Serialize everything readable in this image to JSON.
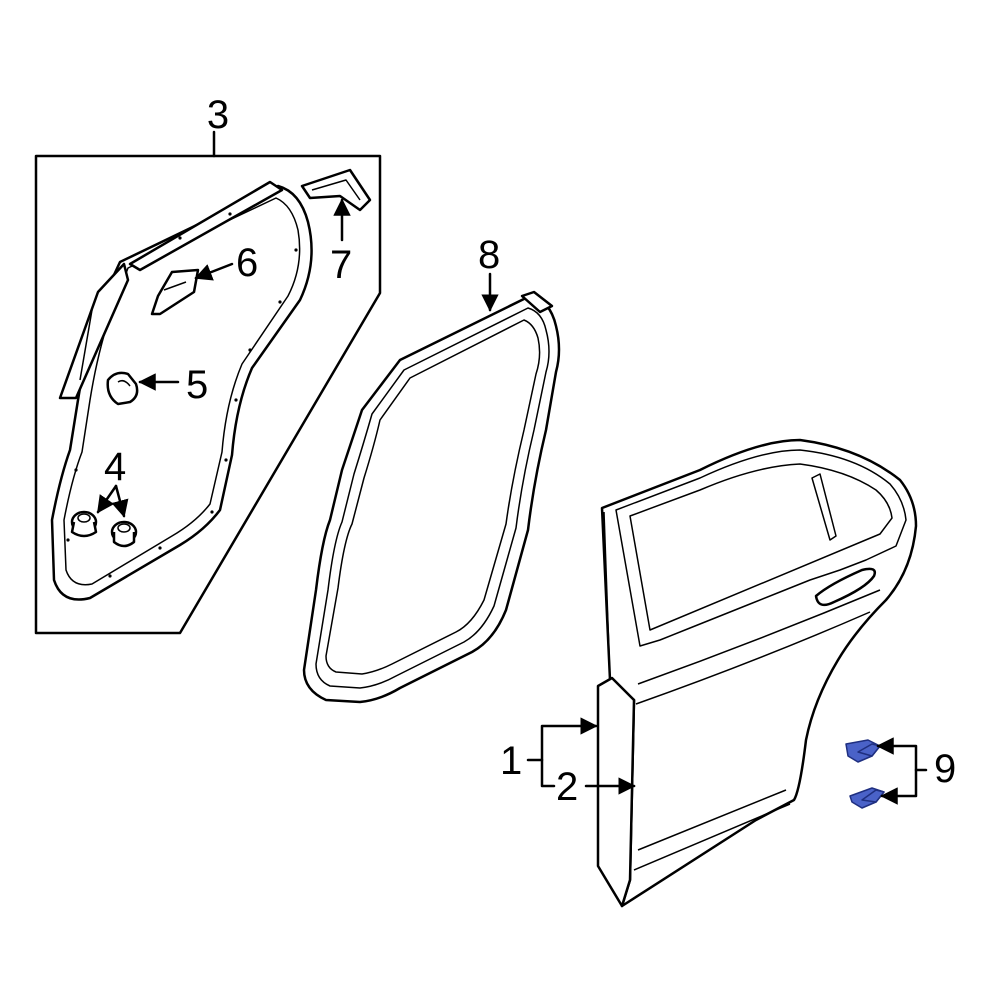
{
  "callouts": [
    {
      "id": "1",
      "label": "1"
    },
    {
      "id": "2",
      "label": "2"
    },
    {
      "id": "3",
      "label": "3"
    },
    {
      "id": "4",
      "label": "4"
    },
    {
      "id": "5",
      "label": "5"
    },
    {
      "id": "6",
      "label": "6"
    },
    {
      "id": "7",
      "label": "7"
    },
    {
      "id": "8",
      "label": "8"
    },
    {
      "id": "9",
      "label": "9"
    }
  ],
  "colors": {
    "line": "#000000",
    "accent_part": "#4a62c8",
    "background": "#ffffff"
  }
}
